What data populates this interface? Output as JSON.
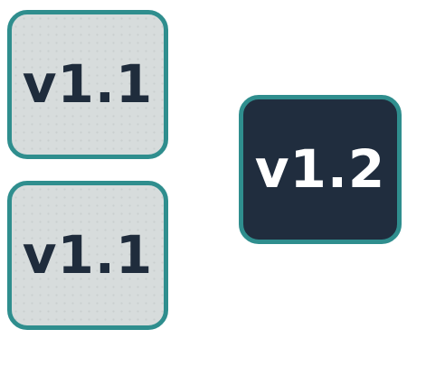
{
  "colors": {
    "border": "#2f8e8e",
    "light_bg": "#d7dcdc",
    "light_text": "#1f2c3c",
    "dark_bg": "#202d3e",
    "dark_text": "#ffffff"
  },
  "tiles": [
    {
      "label": "v1.1"
    },
    {
      "label": "v1.1"
    },
    {
      "label": "v1.2"
    }
  ]
}
